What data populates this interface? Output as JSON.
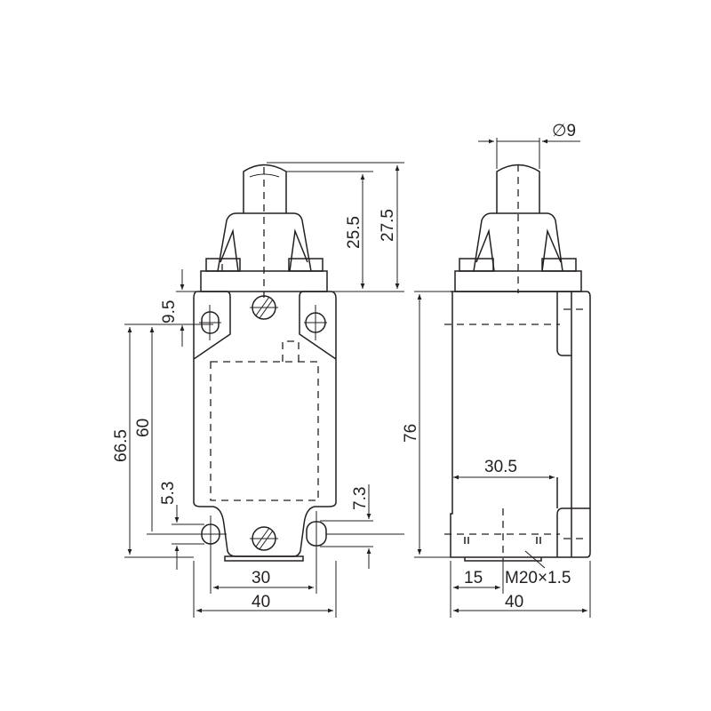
{
  "front_view": {
    "dims": {
      "h_top_hole": "9.5",
      "h_66_5": "66.5",
      "h_60": "60",
      "h_5_3": "5.3",
      "h_7_3": "7.3",
      "h_25_5": "25.5",
      "h_27_5": "27.5",
      "w_30": "30",
      "w_40": "40"
    }
  },
  "side_view": {
    "dims": {
      "dia_9": "∅9",
      "h_76": "76",
      "w_30_5": "30.5",
      "w_15": "15",
      "w_40": "40",
      "thread": "M20×1.5"
    }
  },
  "colors": {
    "line": "#231f20",
    "background": "#ffffff"
  }
}
